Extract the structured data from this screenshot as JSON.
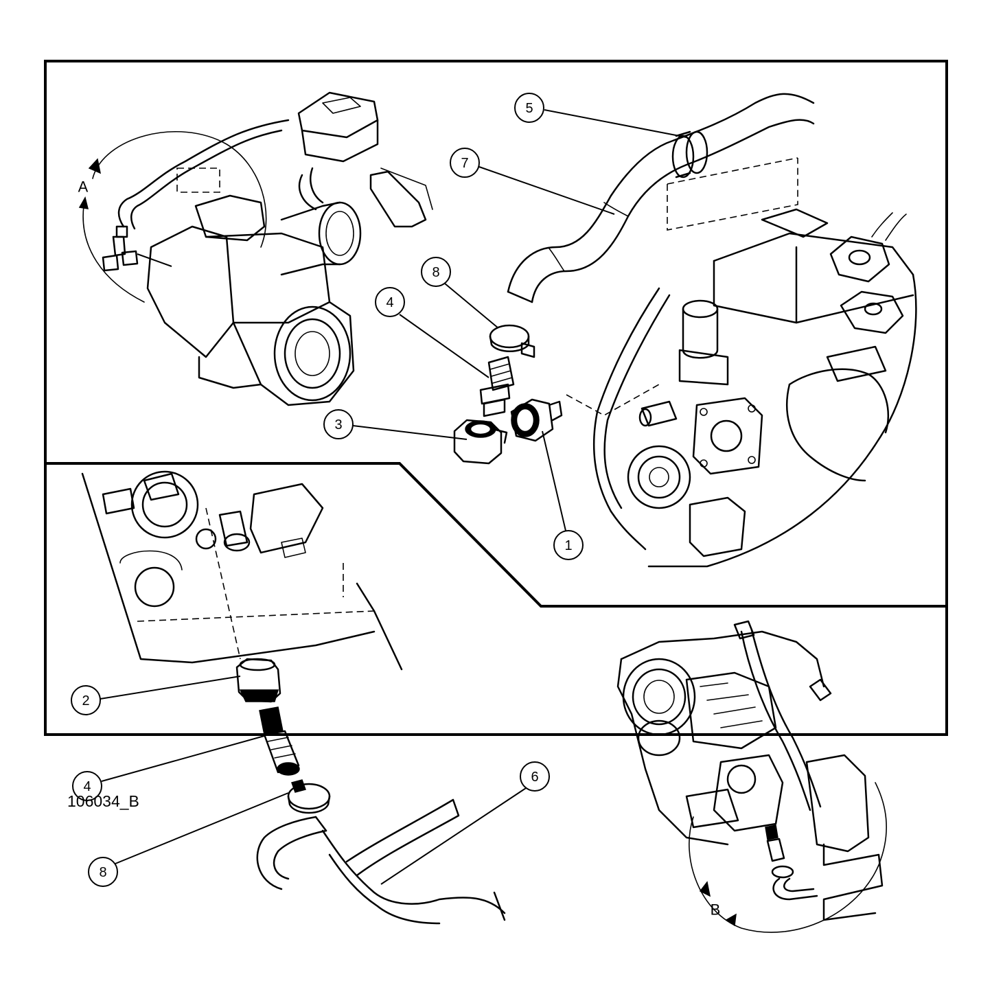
{
  "figure_id": "106034_B",
  "view_labels": {
    "a": "A",
    "b": "B"
  },
  "callouts": {
    "c1": "1",
    "c2": "2",
    "c3": "3",
    "c4_top": "4",
    "c4_bottom": "4",
    "c5": "5",
    "c6": "6",
    "c7": "7",
    "c8_top": "8",
    "c8_bottom": "8"
  }
}
